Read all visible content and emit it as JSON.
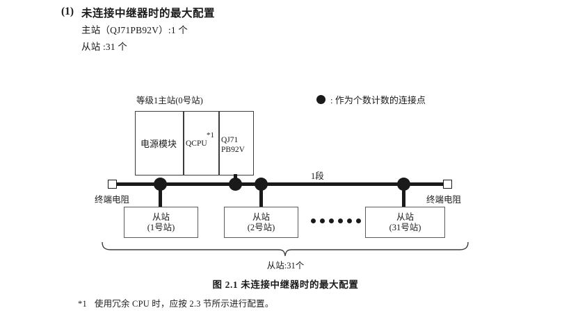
{
  "heading": {
    "number": "(1)",
    "title": "未连接中继器时的最大配置"
  },
  "spec": {
    "master": "主站（QJ71PB92V）:1 个",
    "slave": "从站 :31 个"
  },
  "legend": {
    "symbol": "filled-circle",
    "text": ": 作为个数计数的连接点"
  },
  "diagram": {
    "master_label": "等级1主站(0号站)",
    "master_unit": {
      "power_module": "电源模块",
      "cpu": "QCPU",
      "cpu_note": "*1",
      "network_module_line1": "QJ71",
      "network_module_line2": "PB92V"
    },
    "segment_label": "1段",
    "terminator_left": "终端电阻",
    "terminator_right": "终端电阻",
    "slaves": [
      {
        "title": "从站",
        "station": "(1号站)"
      },
      {
        "title": "从站",
        "station": "(2号站)"
      },
      {
        "title": "从站",
        "station": "(31号站)"
      }
    ],
    "ellipsis_dot_count": 6,
    "brace_label": "从站:31个"
  },
  "caption": "图 2.1  未连接中继器时的最大配置",
  "footnote": {
    "mark": "*1",
    "text": "使用冗余 CPU 时，应按 2.3 节所示进行配置。"
  },
  "colors": {
    "ink": "#1a1a1a",
    "box_stroke": "#5a5a5a",
    "background": "#ffffff"
  }
}
